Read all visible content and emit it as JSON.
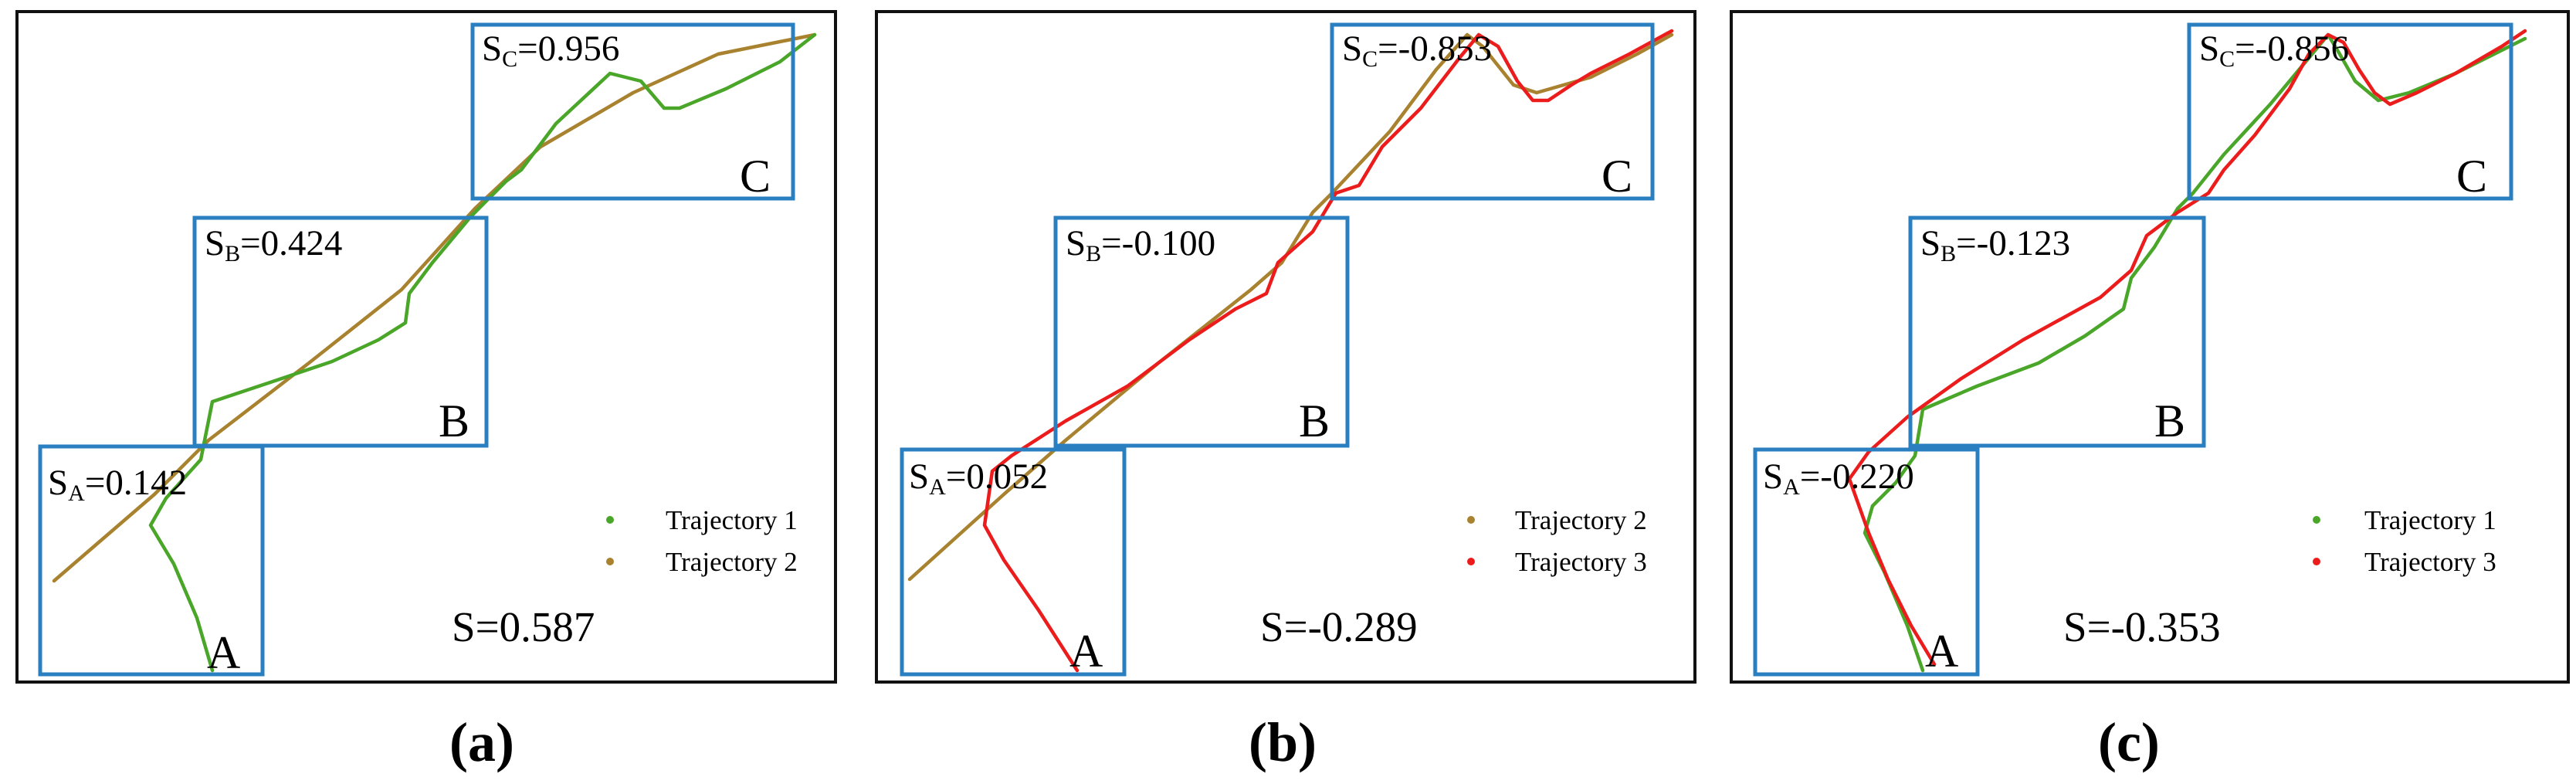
{
  "colors": {
    "trajectory_1": "#4aa628",
    "trajectory_2": "#a8822e",
    "trajectory_3": "#ec1c1c",
    "box": "#2a7fc0"
  },
  "panels": [
    {
      "caption": "(a)",
      "total": "S=0.587",
      "regions": {
        "A": {
          "label": "A",
          "score_prefix": "S",
          "score_sub": "A",
          "score_value": "=0.142"
        },
        "B": {
          "label": "B",
          "score_prefix": "S",
          "score_sub": "B",
          "score_value": "=0.424"
        },
        "C": {
          "label": "C",
          "score_prefix": "S",
          "score_sub": "C",
          "score_value": "=0.956"
        }
      },
      "legend": [
        "Trajectory 1",
        "Trajectory 2"
      ]
    },
    {
      "caption": "(b)",
      "total": "S=-0.289",
      "regions": {
        "A": {
          "label": "A",
          "score_prefix": "S",
          "score_sub": "A",
          "score_value": "=0.052"
        },
        "B": {
          "label": "B",
          "score_prefix": "S",
          "score_sub": "B",
          "score_value": "=-0.100"
        },
        "C": {
          "label": "C",
          "score_prefix": "S",
          "score_sub": "C",
          "score_value": "=-0.853"
        }
      },
      "legend": [
        "Trajectory 2",
        "Trajectory 3"
      ]
    },
    {
      "caption": "(c)",
      "total": "S=-0.353",
      "regions": {
        "A": {
          "label": "A",
          "score_prefix": "S",
          "score_sub": "A",
          "score_value": "=-0.220"
        },
        "B": {
          "label": "B",
          "score_prefix": "S",
          "score_sub": "B",
          "score_value": "=-0.123"
        },
        "C": {
          "label": "C",
          "score_prefix": "S",
          "score_sub": "C",
          "score_value": "=-0.856"
        }
      },
      "legend": [
        "Trajectory 1",
        "Trajectory 3"
      ]
    }
  ]
}
